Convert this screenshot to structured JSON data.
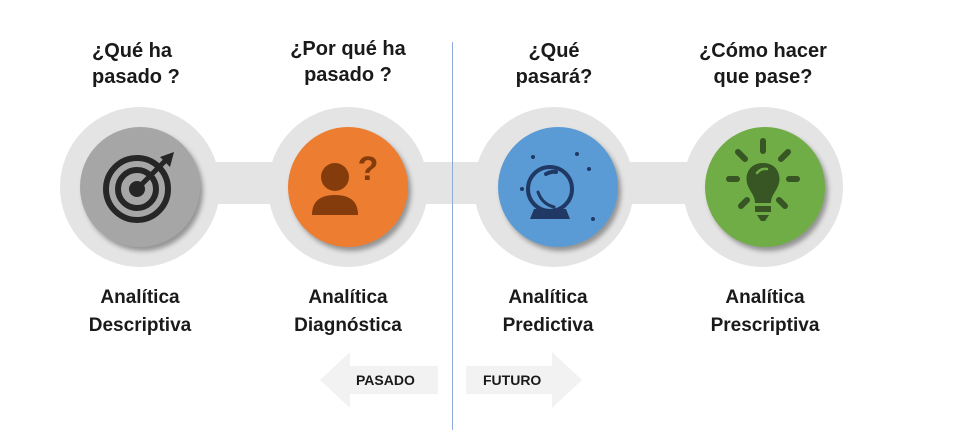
{
  "stages": [
    {
      "question_line1": "¿Qué ha",
      "question_line2": "pasado ?",
      "label_line1": "Analítica",
      "label_line2": "Descriptiva",
      "icon": "target-icon",
      "color": "#a6a6a6"
    },
    {
      "question_line1": "¿Por qué ha",
      "question_line2": "pasado ?",
      "label_line1": "Analítica",
      "label_line2": "Diagnóstica",
      "icon": "person-question-icon",
      "color": "#ed7d31"
    },
    {
      "question_line1": "¿Qué",
      "question_line2": "pasará?",
      "label_line1": "Analítica",
      "label_line2": "Predictiva",
      "icon": "crystal-ball-icon",
      "color": "#5b9bd5"
    },
    {
      "question_line1": "¿Cómo hacer",
      "question_line2": "que pase?",
      "label_line1": "Analítica",
      "label_line2": "Prescriptiva",
      "icon": "lightbulb-icon",
      "color": "#70ad47"
    }
  ],
  "timeline": {
    "past_label": "PASADO",
    "future_label": "FUTURO"
  },
  "colors": {
    "track": "#e4e4e4",
    "divider": "#8faadc",
    "arrow": "#f2f2f2"
  }
}
